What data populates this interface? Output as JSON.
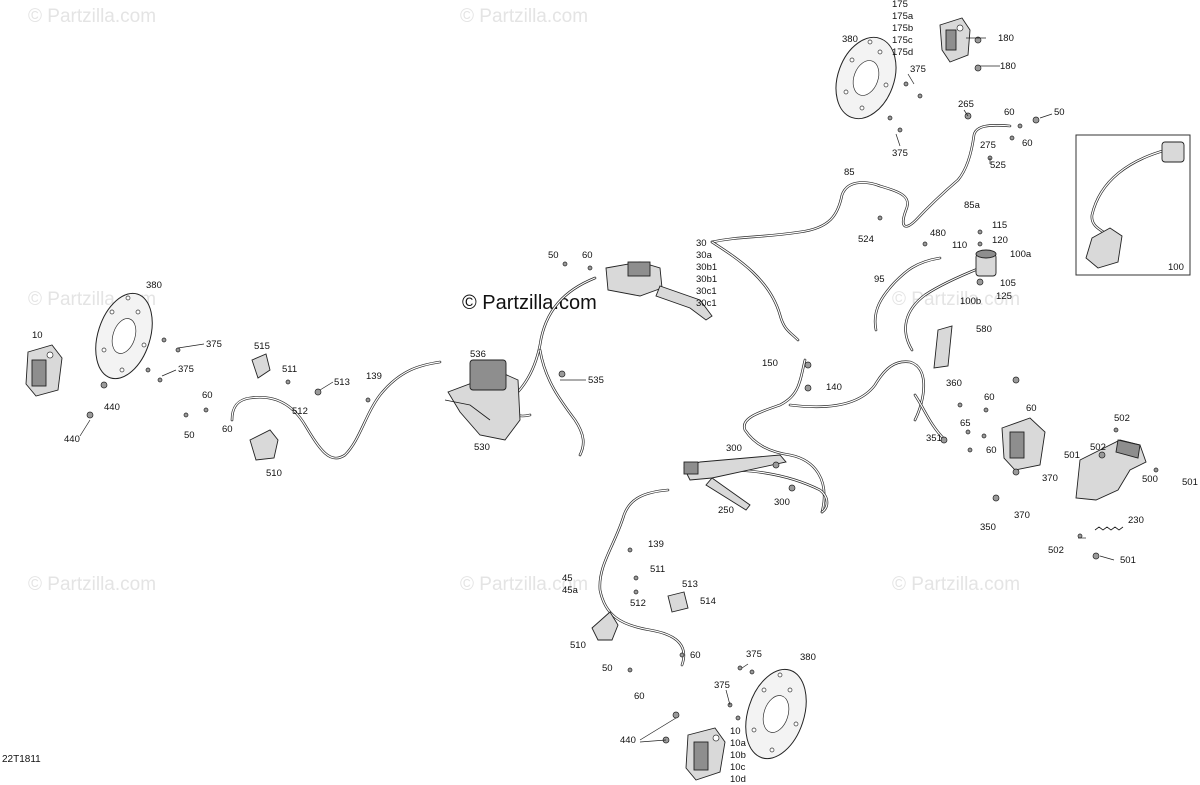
{
  "diagram": {
    "code": "22T1811",
    "watermark": "© Partzilla.com",
    "labels": [
      {
        "id": "l175",
        "text": "175"
      },
      {
        "id": "l175a",
        "text": "175a"
      },
      {
        "id": "l175b",
        "text": "175b"
      },
      {
        "id": "l175c",
        "text": "175c"
      },
      {
        "id": "l175d",
        "text": "175d"
      },
      {
        "id": "l180a",
        "text": "180"
      },
      {
        "id": "l180b",
        "text": "180"
      },
      {
        "id": "l380a",
        "text": "380"
      },
      {
        "id": "l375a",
        "text": "375"
      },
      {
        "id": "l375b",
        "text": "375"
      },
      {
        "id": "l265",
        "text": "265"
      },
      {
        "id": "l60a",
        "text": "60"
      },
      {
        "id": "l50a",
        "text": "50"
      },
      {
        "id": "l60b",
        "text": "60"
      },
      {
        "id": "l275",
        "text": "275"
      },
      {
        "id": "l525",
        "text": "525"
      },
      {
        "id": "l85",
        "text": "85"
      },
      {
        "id": "l85a",
        "text": "85a"
      },
      {
        "id": "l524",
        "text": "524"
      },
      {
        "id": "l115",
        "text": "115"
      },
      {
        "id": "l120",
        "text": "120"
      },
      {
        "id": "l480",
        "text": "480"
      },
      {
        "id": "l110",
        "text": "110"
      },
      {
        "id": "l100a",
        "text": "100a"
      },
      {
        "id": "l95",
        "text": "95"
      },
      {
        "id": "l105",
        "text": "105"
      },
      {
        "id": "l100b",
        "text": "100b"
      },
      {
        "id": "l125",
        "text": "125"
      },
      {
        "id": "l100",
        "text": "100"
      },
      {
        "id": "l580",
        "text": "580"
      },
      {
        "id": "l30",
        "text": "30"
      },
      {
        "id": "l30a",
        "text": "30a"
      },
      {
        "id": "l30b1",
        "text": "30b1"
      },
      {
        "id": "l30b2",
        "text": "30b1"
      },
      {
        "id": "l30c1",
        "text": "30c1"
      },
      {
        "id": "l30c2",
        "text": "30c1"
      },
      {
        "id": "l50b",
        "text": "50"
      },
      {
        "id": "l60c",
        "text": "60"
      },
      {
        "id": "l380b",
        "text": "380"
      },
      {
        "id": "l10a",
        "text": "10"
      },
      {
        "id": "l375c",
        "text": "375"
      },
      {
        "id": "l375d",
        "text": "375"
      },
      {
        "id": "l440a",
        "text": "440"
      },
      {
        "id": "l440b",
        "text": "440"
      },
      {
        "id": "l60d",
        "text": "60"
      },
      {
        "id": "l50c",
        "text": "50"
      },
      {
        "id": "l60e",
        "text": "60"
      },
      {
        "id": "l515",
        "text": "515"
      },
      {
        "id": "l511a",
        "text": "511"
      },
      {
        "id": "l512a",
        "text": "512"
      },
      {
        "id": "l513a",
        "text": "513"
      },
      {
        "id": "l139a",
        "text": "139"
      },
      {
        "id": "l510a",
        "text": "510"
      },
      {
        "id": "l536",
        "text": "536"
      },
      {
        "id": "l535",
        "text": "535"
      },
      {
        "id": "l530",
        "text": "530"
      },
      {
        "id": "l150",
        "text": "150"
      },
      {
        "id": "l140",
        "text": "140"
      },
      {
        "id": "l360",
        "text": "360"
      },
      {
        "id": "l60f",
        "text": "60"
      },
      {
        "id": "l65",
        "text": "65"
      },
      {
        "id": "l60g",
        "text": "60"
      },
      {
        "id": "l60h",
        "text": "60"
      },
      {
        "id": "l351",
        "text": "351"
      },
      {
        "id": "l370a",
        "text": "370"
      },
      {
        "id": "l370b",
        "text": "370"
      },
      {
        "id": "l350",
        "text": "350"
      },
      {
        "id": "l502a",
        "text": "502"
      },
      {
        "id": "l502b",
        "text": "502"
      },
      {
        "id": "l501a",
        "text": "501"
      },
      {
        "id": "l500",
        "text": "500"
      },
      {
        "id": "l501b",
        "text": "501"
      },
      {
        "id": "l230",
        "text": "230"
      },
      {
        "id": "l502c",
        "text": "502"
      },
      {
        "id": "l501c",
        "text": "501"
      },
      {
        "id": "l300a",
        "text": "300"
      },
      {
        "id": "l300b",
        "text": "300"
      },
      {
        "id": "l250",
        "text": "250"
      },
      {
        "id": "l139b",
        "text": "139"
      },
      {
        "id": "l511b",
        "text": "511"
      },
      {
        "id": "l513b",
        "text": "513"
      },
      {
        "id": "l512b",
        "text": "512"
      },
      {
        "id": "l514",
        "text": "514"
      },
      {
        "id": "l45",
        "text": "45"
      },
      {
        "id": "l45a",
        "text": "45a"
      },
      {
        "id": "l510b",
        "text": "510"
      },
      {
        "id": "l50d",
        "text": "50"
      },
      {
        "id": "l60i",
        "text": "60"
      },
      {
        "id": "l60j",
        "text": "60"
      },
      {
        "id": "l375e",
        "text": "375"
      },
      {
        "id": "l375f",
        "text": "375"
      },
      {
        "id": "l380c",
        "text": "380"
      },
      {
        "id": "l440c",
        "text": "440"
      },
      {
        "id": "l10b",
        "text": "10"
      },
      {
        "id": "l10ba",
        "text": "10a"
      },
      {
        "id": "l10bb",
        "text": "10b"
      },
      {
        "id": "l10bc",
        "text": "10c"
      },
      {
        "id": "l10bd",
        "text": "10d"
      }
    ]
  }
}
